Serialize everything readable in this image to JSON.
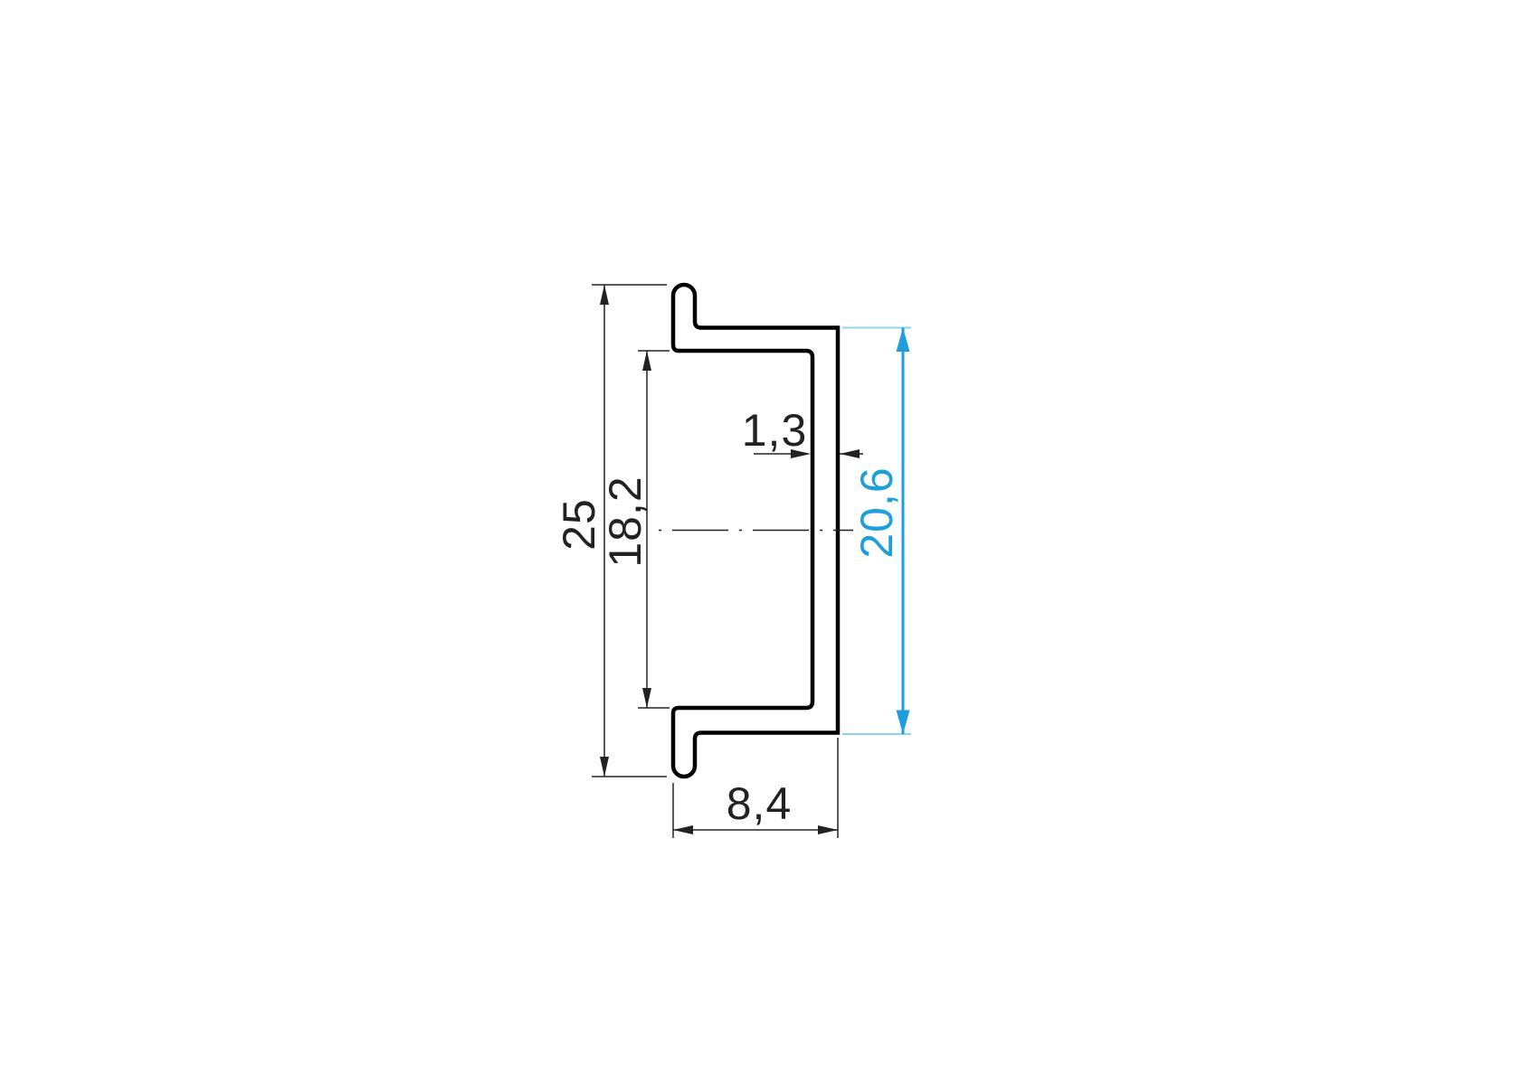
{
  "drawing": {
    "labels": {
      "overall_height": "25",
      "inner_height": "18,2",
      "wall_thickness": "1,3",
      "outer_height": "20,6",
      "width": "8,4"
    },
    "colors": {
      "background": "#ffffff",
      "outline": "#000000",
      "dimension": "#222222",
      "accent": "#1e9edb",
      "accent_light": "#8ed2f3"
    }
  }
}
